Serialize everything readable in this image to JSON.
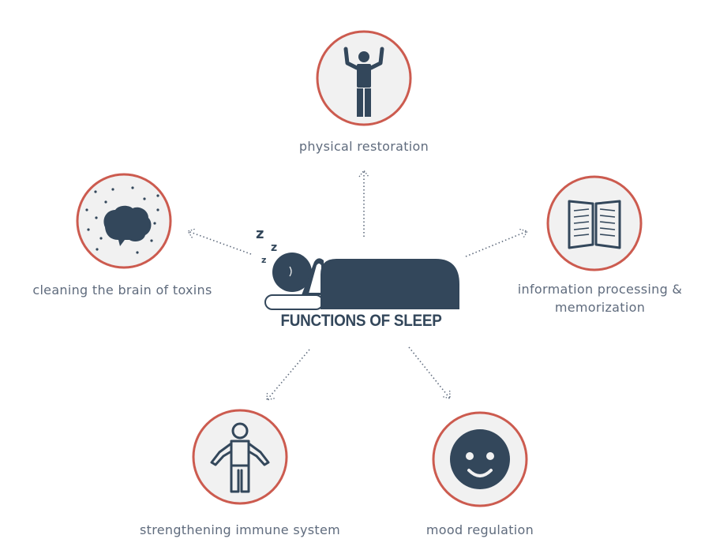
{
  "title": "FUNCTIONS OF SLEEP",
  "sleep_symbol": "z",
  "functions": [
    {
      "label": "physical restoration",
      "icon": "person-arms-raised-icon"
    },
    {
      "label": "information processing &",
      "label_line2": "memorization",
      "icon": "open-book-icon"
    },
    {
      "label": "mood regulation",
      "icon": "smiley-face-icon"
    },
    {
      "label": "strengthening immune system",
      "icon": "person-outline-icon"
    },
    {
      "label": "cleaning the brain of toxins",
      "icon": "brain-icon"
    }
  ],
  "colors": {
    "circle_border": "#cc5b4f",
    "circle_fill": "#f1f1f1",
    "icon": "#33475b",
    "text": "#5f6b7d",
    "arrow": "#5f6b7d"
  }
}
